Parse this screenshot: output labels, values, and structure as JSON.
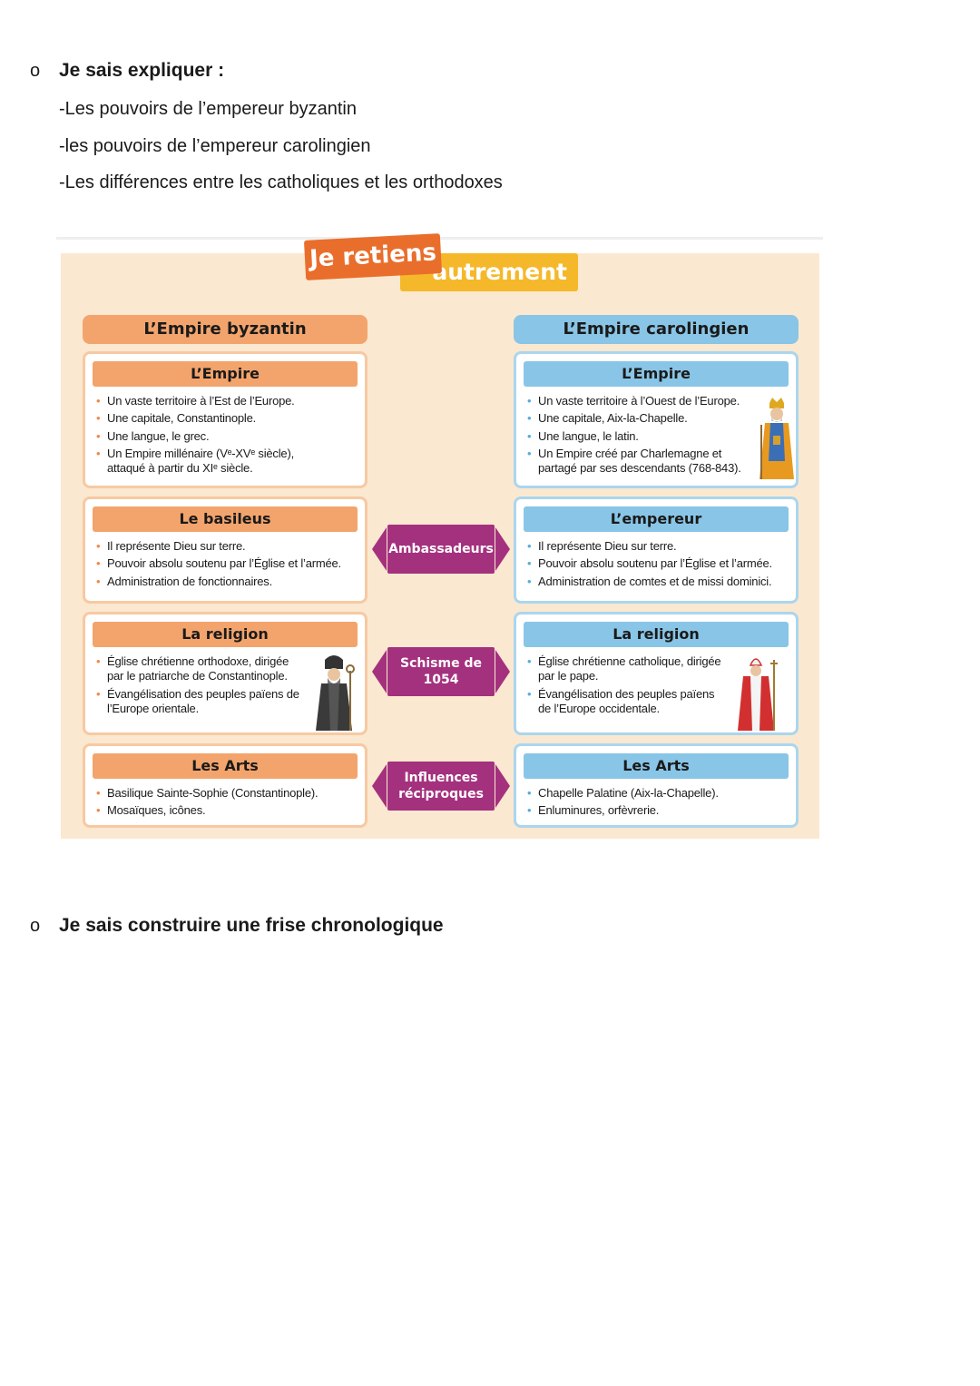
{
  "section1": {
    "marker": "o",
    "heading": "Je sais expliquer :",
    "lines": [
      "-Les pouvoirs de l’empereur byzantin",
      "-les pouvoirs de l’empereur carolingien",
      "-Les différences entre les catholiques et les orthodoxes"
    ]
  },
  "figure": {
    "title_part1": "Je retiens",
    "title_part2": "autrement",
    "colors": {
      "orange": "#f3a46c",
      "blue": "#89c5e6",
      "purple": "#a4317e",
      "background": "#fbe8d0"
    },
    "left": {
      "header": "L’Empire byzantin",
      "cards": [
        {
          "title": "L’Empire",
          "items": [
            "Un vaste territoire à l’Est de l’Europe.",
            "Une capitale, Constantinople.",
            "Une langue, le grec.",
            "Un Empire millénaire (Vᵉ-XVᵉ siècle), attaqué à partir du XIᵉ siècle."
          ]
        },
        {
          "title": "Le basileus",
          "items": [
            "Il représente Dieu sur terre.",
            "Pouvoir absolu soutenu par l’Église et l’armée.",
            "Administration de fonctionnaires."
          ]
        },
        {
          "title": "La religion",
          "items": [
            "Église chrétienne orthodoxe, dirigée par le patriarche de Constantinople.",
            "Évangélisation des peuples païens de l’Europe orientale."
          ]
        },
        {
          "title": "Les Arts",
          "items": [
            "Basilique Sainte-Sophie (Constantinople).",
            "Mosaïques, icônes."
          ]
        }
      ]
    },
    "right": {
      "header": "L’Empire carolingien",
      "cards": [
        {
          "title": "L’Empire",
          "items": [
            "Un vaste territoire à l’Ouest de l’Europe.",
            "Une capitale, Aix-la-Chapelle.",
            "Une langue, le latin.",
            "Un Empire créé par Charlemagne et partagé par ses descendants (768-843)."
          ]
        },
        {
          "title": "L’empereur",
          "items": [
            "Il représente Dieu sur terre.",
            "Pouvoir absolu soutenu par l’Église et l’armée.",
            "Administration de comtes et de missi dominici."
          ]
        },
        {
          "title": "La religion",
          "items": [
            "Église chrétienne catholique, dirigée par le pape.",
            "Évangélisation des peuples païens de l’Europe occidentale."
          ]
        },
        {
          "title": "Les Arts",
          "items": [
            "Chapelle Palatine (Aix-la-Chapelle).",
            "Enluminures, orfèvrerie."
          ]
        }
      ]
    },
    "middle": [
      "Ambassadeurs",
      "Schisme de 1054",
      "Influences réciproques"
    ]
  },
  "section2": {
    "marker": "o",
    "heading": "Je sais construire une frise chronologique"
  }
}
